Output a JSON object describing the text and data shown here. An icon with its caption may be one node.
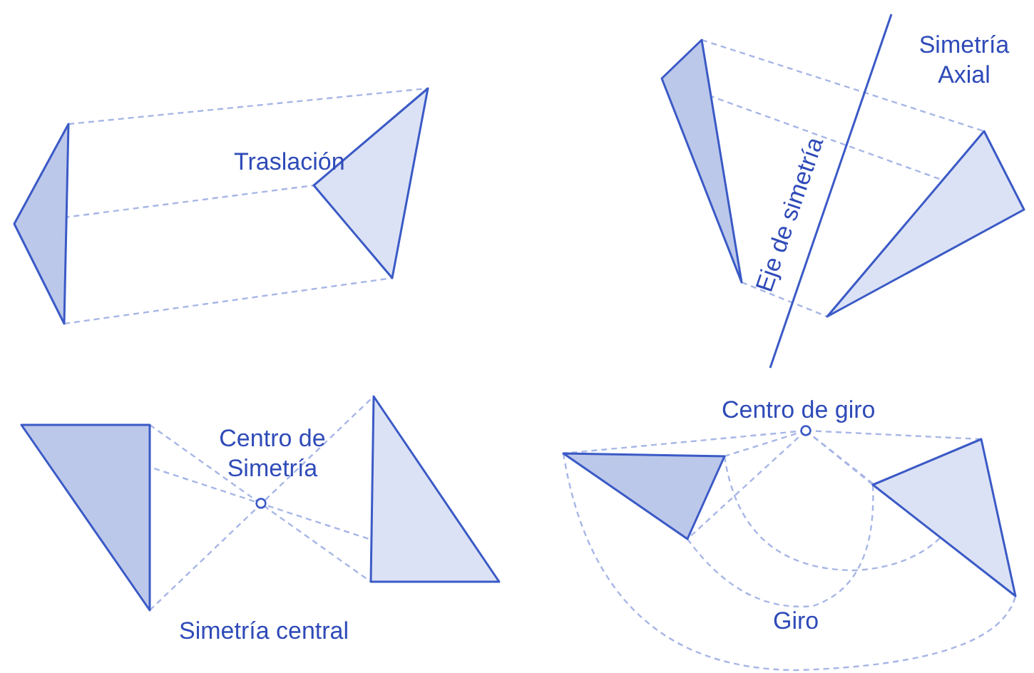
{
  "diagram": {
    "labels": [
      "Traslación",
      "Simetría Axial",
      "Eje de simetría",
      "Centro de Simetría",
      "Simetría central",
      "Centro de giro",
      "Giro"
    ]
  }
}
